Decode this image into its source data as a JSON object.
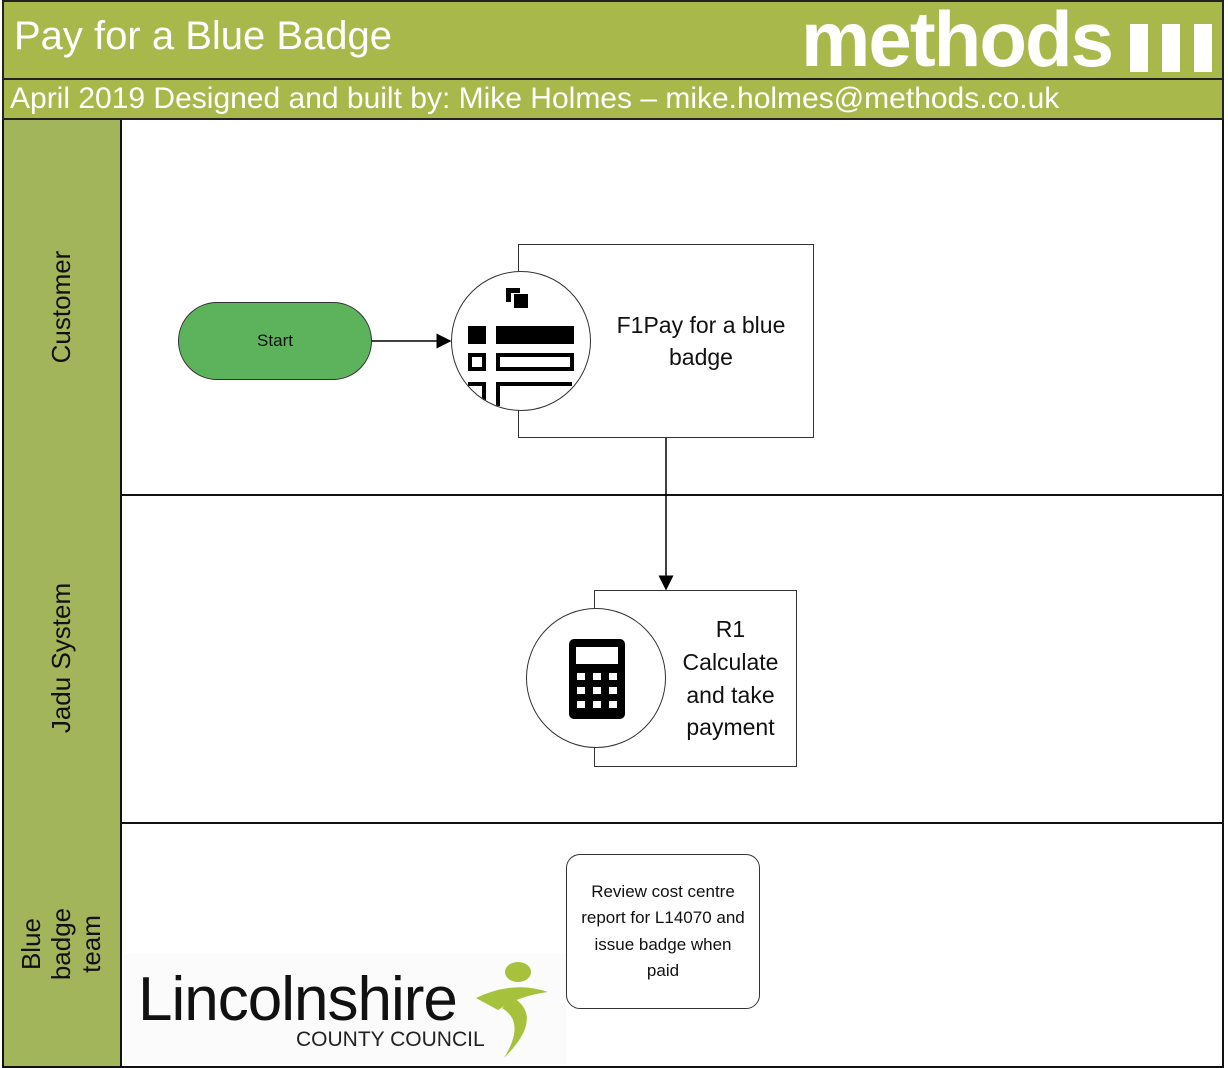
{
  "header": {
    "title": "Pay for a Blue Badge",
    "subtitle": "April 2019 Designed and built by: Mike Holmes – mike.holmes@methods.co.uk",
    "brand": "methods"
  },
  "lanes": [
    {
      "label": "Customer"
    },
    {
      "label": "Jadu System"
    },
    {
      "label": "Blue badge team"
    }
  ],
  "nodes": {
    "start": "Start",
    "f1": "F1Pay for a blue badge",
    "r1": "R1 Calculate and take payment",
    "review": "Review cost centre report for L14070 and issue badge when paid"
  },
  "logo": {
    "name": "Lincolnshire",
    "sub": "COUNTY COUNCIL"
  },
  "colors": {
    "header": "#a9b84a",
    "lane_label": "#a3b55a",
    "start": "#5cb35c"
  }
}
